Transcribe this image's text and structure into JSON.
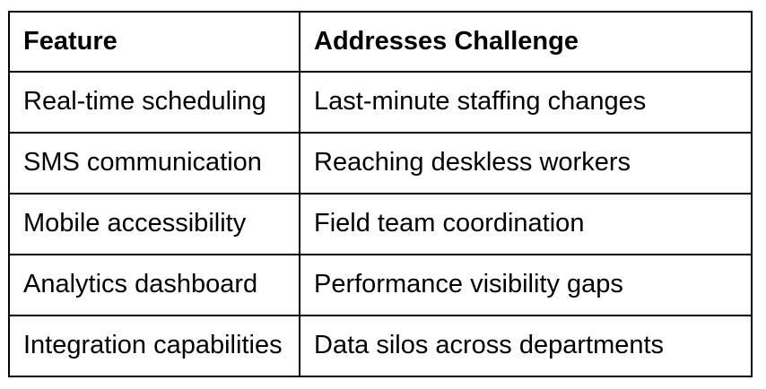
{
  "page": {
    "background": "#ffffff"
  },
  "table": {
    "border_color": "#000000",
    "text_color": "#000000",
    "header": {
      "feature": "Feature",
      "challenge": "Addresses Challenge"
    },
    "rows": [
      {
        "feature": "Real-time scheduling",
        "challenge": "Last-minute staffing changes"
      },
      {
        "feature": "SMS communication",
        "challenge": "Reaching deskless workers"
      },
      {
        "feature": "Mobile accessibility",
        "challenge": "Field team coordination"
      },
      {
        "feature": "Analytics dashboard",
        "challenge": "Performance visibility gaps"
      },
      {
        "feature": "Integration capabilities",
        "challenge": "Data silos across departments"
      }
    ]
  }
}
